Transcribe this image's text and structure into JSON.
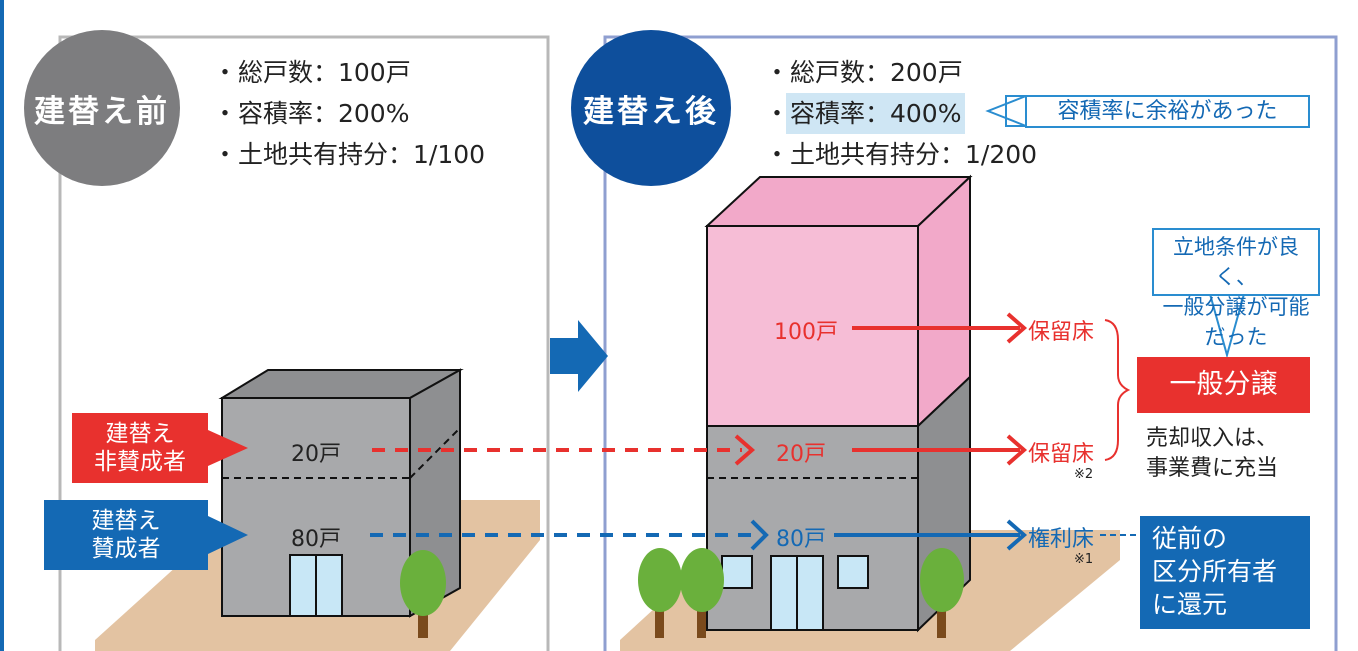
{
  "before": {
    "badge": "建替え前",
    "info": [
      {
        "bullet": "・",
        "text": "総戸数：100戸"
      },
      {
        "bullet": "・",
        "text": "容積率：200%"
      },
      {
        "bullet": "・",
        "text": "土地共有持分：1/100"
      }
    ],
    "tags": {
      "opposed_line1": "建替え",
      "opposed_line2": "非賛成者",
      "approver_line1": "建替え",
      "approver_line2": "賛成者"
    },
    "floors": {
      "upper": "20戸",
      "lower": "80戸"
    }
  },
  "after": {
    "badge": "建替え後",
    "info": [
      {
        "bullet": "・",
        "text": "総戸数：200戸"
      },
      {
        "bullet": "・",
        "text": "容積率：400%"
      },
      {
        "bullet": "・",
        "text": "土地共有持分：1/200"
      }
    ],
    "callout_far": "容積率に余裕があった",
    "floors": {
      "top": "100戸",
      "middle": "20戸",
      "bottom": "80戸"
    },
    "results": {
      "reserved_1": "保留床",
      "reserved_2": "保留床",
      "rights": "権利床",
      "note_2": "※2",
      "note_1": "※1"
    },
    "callout_location_line1": "立地条件が良く、",
    "callout_location_line2": "一般分譲が可能だった",
    "general_sale": "一般分譲",
    "sale_note_line1": "売却収入は、",
    "sale_note_line2": "事業費に充当",
    "returned_line1": "従前の",
    "returned_line2": "区分所有者",
    "returned_line3": "に還元"
  },
  "colors": {
    "red": "#e8312e",
    "blue": "#1469b4",
    "gray_badge": "#7d7d7f",
    "navy_badge": "#0e4f9c",
    "building_gray": "#a8a9ab",
    "building_pink": "#f6bdd6",
    "ground": "#e3c3a2",
    "tree": "#6ab03c",
    "window": "#c8e7f6"
  }
}
